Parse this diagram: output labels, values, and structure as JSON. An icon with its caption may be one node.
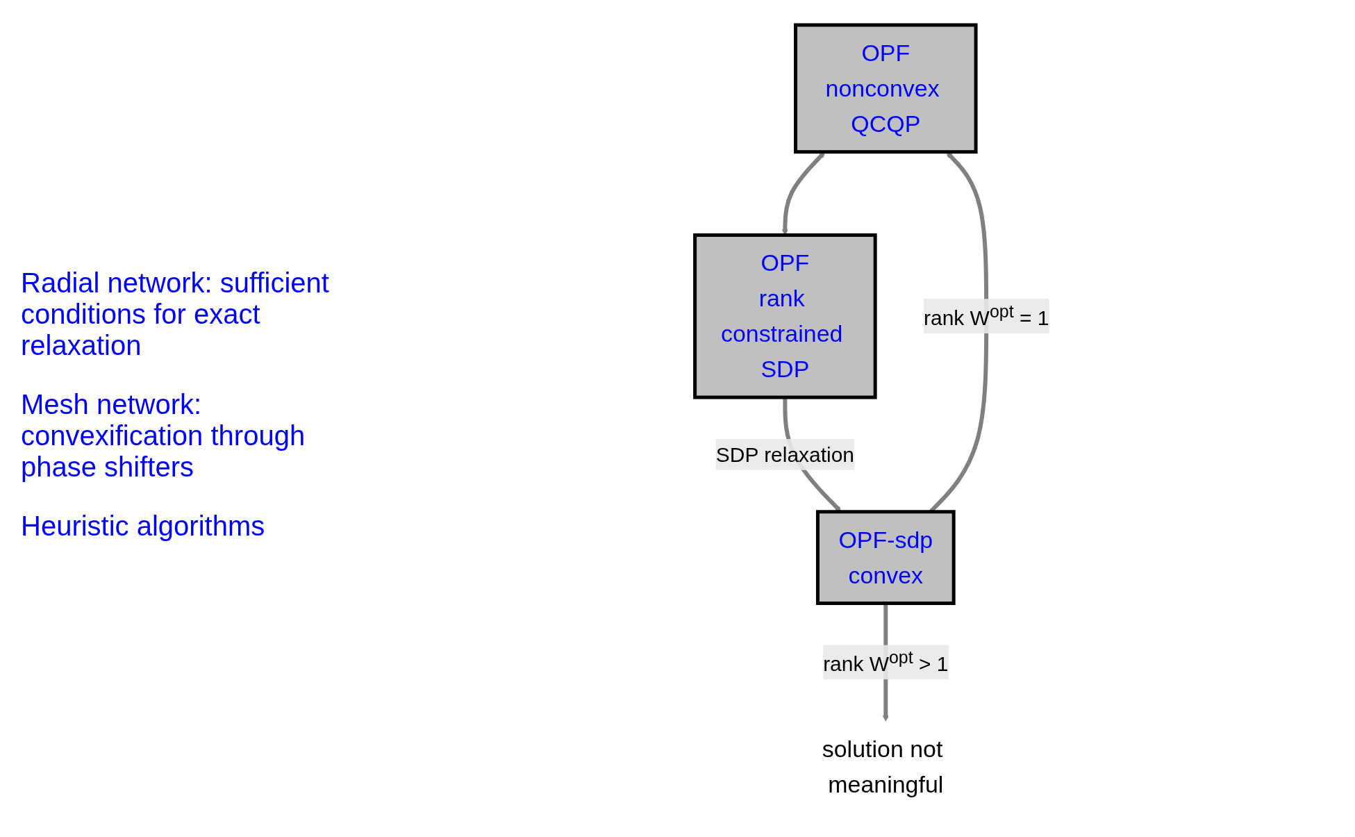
{
  "diagram": {
    "nodes": [
      {
        "text": [
          "OPF",
          "nonconvex QCQP"
        ]
      },
      {
        "text": [
          "OPF",
          "rank constrained SDP"
        ]
      },
      {
        "text": [
          "OPF-sdp",
          "convex"
        ]
      },
      {
        "text": [
          "solution not meaningful"
        ]
      }
    ],
    "edges": [
      {
        "from": 0,
        "to": 1,
        "arrow": "both"
      },
      {
        "from": 1,
        "to": 2,
        "arrow": "to",
        "label": "SDP relaxation"
      },
      {
        "from": 2,
        "to": 0,
        "arrow": "to",
        "label": "rank W$^{opt}$ = 1"
      },
      {
        "from": 2,
        "to": 3,
        "arrow": "to",
        "label": "rank W$^{opt}$ > 1"
      }
    ],
    "labels": [
      "Radial network: sufficient conditions for exact relaxation",
      "Mesh network: convexification through phase shifters",
      "Heuristic algorithms"
    ]
  }
}
